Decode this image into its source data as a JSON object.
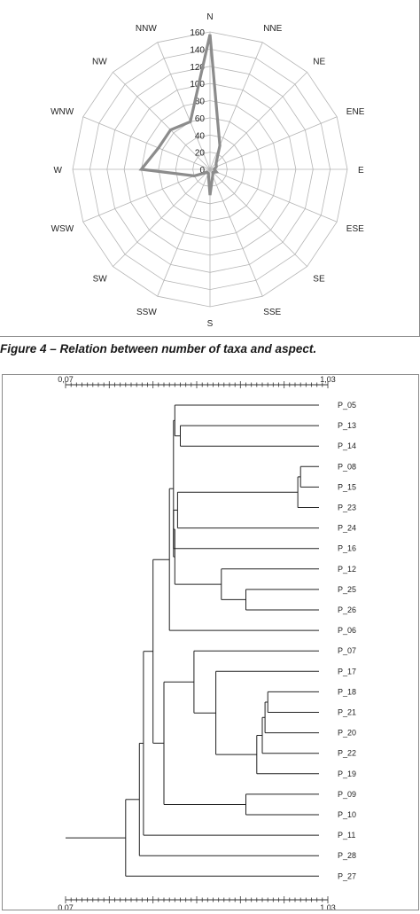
{
  "caption": "Figure 4 – Relation between number of taxa and  aspect.",
  "chart_data": [
    {
      "type": "radar",
      "categories": [
        "N",
        "NNE",
        "NE",
        "ENE",
        "E",
        "ESE",
        "SE",
        "SSE",
        "S",
        "SSW",
        "SW",
        "WSW",
        "W",
        "WNW",
        "NW",
        "NNW"
      ],
      "values": [
        157,
        30,
        10,
        8,
        5,
        8,
        5,
        8,
        30,
        5,
        5,
        20,
        80,
        65,
        65,
        60
      ],
      "rlim": [
        0,
        160
      ],
      "r_ticks": [
        "0",
        "20",
        "40",
        "60",
        "80",
        "100",
        "120",
        "140",
        "160"
      ],
      "grid": true,
      "color": "#8c8c8c"
    },
    {
      "type": "dendrogram",
      "scale_min_label": "0,07",
      "scale_max_label": "1,03",
      "scale_min": 0.07,
      "scale_max": 1.03,
      "leaves": [
        "P_05",
        "P_13",
        "P_14",
        "P_08",
        "P_15",
        "P_23",
        "P_24",
        "P_16",
        "P_12",
        "P_25",
        "P_26",
        "P_06",
        "P_07",
        "P_17",
        "P_18",
        "P_21",
        "P_20",
        "P_22",
        "P_19",
        "P_09",
        "P_10",
        "P_11",
        "P_28",
        "P_27"
      ],
      "merges": [
        {
          "id": "A",
          "a": "P_13",
          "b": "P_14",
          "h": 0.49
        },
        {
          "id": "B",
          "a": "P_05",
          "b": "A",
          "h": 0.47
        },
        {
          "id": "C",
          "a": "P_08",
          "b": "P_15",
          "h": 0.93
        },
        {
          "id": "D",
          "a": "C",
          "b": "P_23",
          "h": 0.92
        },
        {
          "id": "E",
          "a": "D",
          "b": "P_24",
          "h": 0.48
        },
        {
          "id": "F",
          "a": "E",
          "b": "P_16",
          "h": 0.465
        },
        {
          "id": "G",
          "a": "P_25",
          "b": "P_26",
          "h": 0.73
        },
        {
          "id": "H",
          "a": "P_12",
          "b": "G",
          "h": 0.64
        },
        {
          "id": "I",
          "a": "F",
          "b": "H",
          "h": 0.47
        },
        {
          "id": "J",
          "a": "B",
          "b": "I",
          "h": 0.465
        },
        {
          "id": "K",
          "a": "J",
          "b": "P_06",
          "h": 0.45
        },
        {
          "id": "L",
          "a": "P_18",
          "b": "P_21",
          "h": 0.81
        },
        {
          "id": "M",
          "a": "L",
          "b": "P_20",
          "h": 0.8
        },
        {
          "id": "N",
          "a": "M",
          "b": "P_22",
          "h": 0.79
        },
        {
          "id": "O",
          "a": "N",
          "b": "P_19",
          "h": 0.77
        },
        {
          "id": "Q",
          "a": "P_17",
          "b": "O",
          "h": 0.62
        },
        {
          "id": "R",
          "a": "P_07",
          "b": "Q",
          "h": 0.54
        },
        {
          "id": "S",
          "a": "P_09",
          "b": "P_10",
          "h": 0.73
        },
        {
          "id": "T",
          "a": "R",
          "b": "S",
          "h": 0.43
        },
        {
          "id": "U",
          "a": "K",
          "b": "T",
          "h": 0.39
        },
        {
          "id": "V",
          "a": "U",
          "b": "P_11",
          "h": 0.355
        },
        {
          "id": "W",
          "a": "V",
          "b": "P_28",
          "h": 0.34
        },
        {
          "id": "X",
          "a": "W",
          "b": "P_27",
          "h": 0.29
        },
        {
          "id": "Y",
          "a": "X",
          "b": "P_11_stub",
          "h": 0.07
        }
      ]
    }
  ]
}
